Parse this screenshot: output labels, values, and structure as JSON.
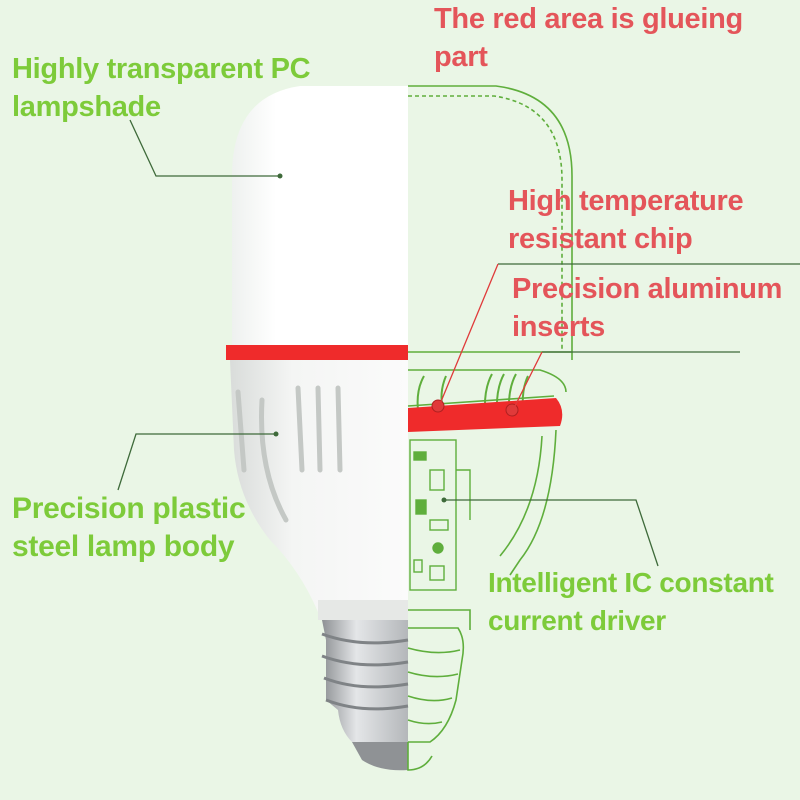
{
  "labels": {
    "glue_area": [
      "The red area is glueing",
      "part"
    ],
    "lampshade": [
      "Highly transparent PC",
      "lampshade"
    ],
    "chip": [
      "High temperature",
      "resistant chip"
    ],
    "aluminum": [
      "Precision aluminum",
      "inserts"
    ],
    "lamp_body": [
      "Precision plastic",
      "steel lamp body"
    ],
    "driver": [
      "Intelligent IC constant",
      "current driver"
    ]
  },
  "colors": {
    "background": "#eaf6e6",
    "label_green": "#7dcb3a",
    "label_red": "#e4555a",
    "glue_red": "#ef2b2b",
    "wireframe": "#5fae3c",
    "callout_dark": "#3e6a3a",
    "callout_red": "#e03a3a",
    "lampshade": "#ffffff",
    "lamp_body": "#f2f3f2",
    "metal_base": "#c9cbcd"
  }
}
